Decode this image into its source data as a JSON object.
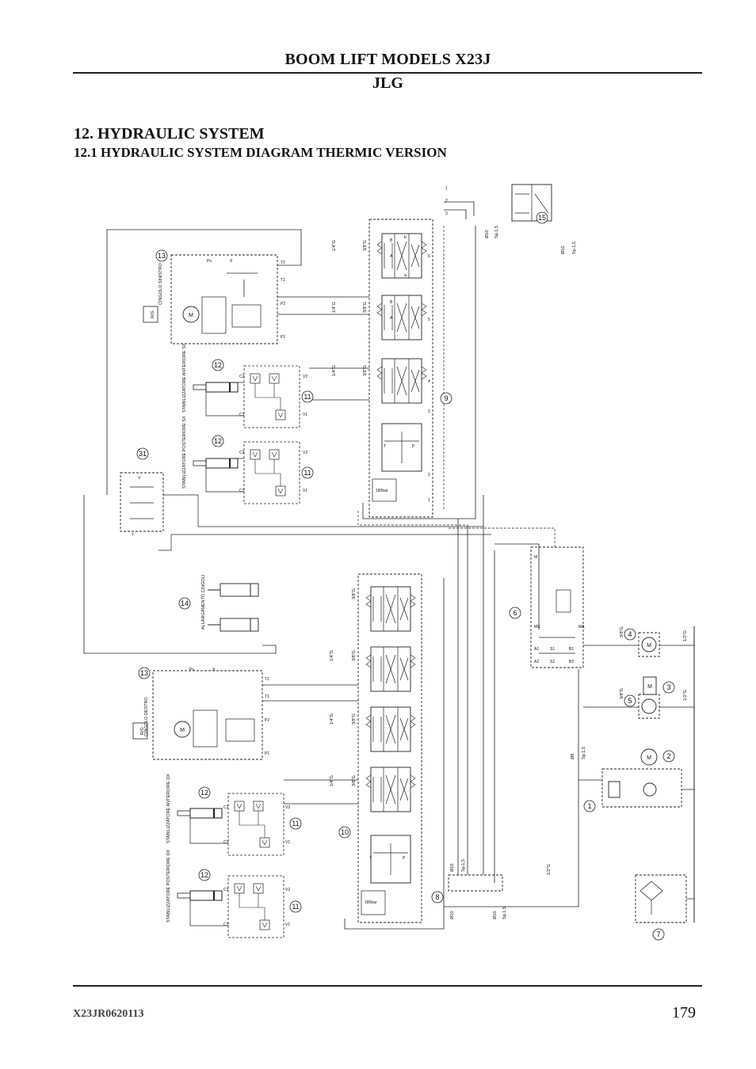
{
  "header": {
    "title": "BOOM LIFT MODELS X23J",
    "brand": "JLG"
  },
  "section": {
    "title": "12. HYDRAULIC SYSTEM",
    "subtitle_number": "12.1 ",
    "subtitle_cap": "H",
    "subtitle_rest": "YDRAULIC SYSTEM DIAGRAM THERMIC VERSION"
  },
  "diagram": {
    "callouts": [
      "1",
      "2",
      "3",
      "4",
      "5",
      "6",
      "7",
      "8",
      "9",
      "10",
      "11",
      "11",
      "11",
      "11",
      "12",
      "12",
      "12",
      "12",
      "13",
      "13",
      "14",
      "15",
      "31"
    ],
    "labels": {
      "cingolo_sinistro": "CINGOLO SINISTRO",
      "cingolo_destro": "CINGOLO DESTRO",
      "stab_ant_sx": "STABILIZZATORE ANTERIORE SX",
      "stab_post_sx": "STABILIZZATORE POSTERIORE SX",
      "stab_ant_dx": "STABILIZZATORE ANTERIORE DX",
      "stab_post_dx": "STABILIZZATORE POSTERIORE DX",
      "allargamento": "ALLARGAMENTO CINGOLI",
      "rg": "R/G",
      "pipe_14g": "1/4\"G",
      "pipe_38g": "3/8\"G",
      "pipe_12g": "1/2\"G",
      "d10": "Ø10",
      "d8": "Ø8",
      "sp15": "Sp.1,5",
      "m": "M",
      "port_a": "A",
      "port_b": "B",
      "port_p": "P",
      "port_t": "T",
      "port_v1": "V1",
      "port_v2": "V2",
      "port_c1": "C1",
      "port_c2": "C2",
      "port_v": "V",
      "port_a1": "A1",
      "port_a2": "A2",
      "port_b1": "B1",
      "port_b2": "B2",
      "port_s1": "S1",
      "port_s2": "S2",
      "port_p1": "P1",
      "port_p2": "P2",
      "port_t1": "T1",
      "port_t2": "T2",
      "port_ps": "Ps",
      "port_x": "X",
      "port_m": "M",
      "port_ms": "MS",
      "port_ma": "MA",
      "valve_a": "a",
      "valve_b": "b",
      "bar_180": "180bar",
      "sec_1": "1",
      "sec_2": "2",
      "sec_3": "3",
      "sec_4": "4",
      "sec_5": "5",
      "sec_6": "6",
      "sel_1": "1",
      "sel_2": "2",
      "sel_3": "3"
    }
  },
  "footer": {
    "doc_code": "X23JR0620113",
    "page": "179"
  }
}
